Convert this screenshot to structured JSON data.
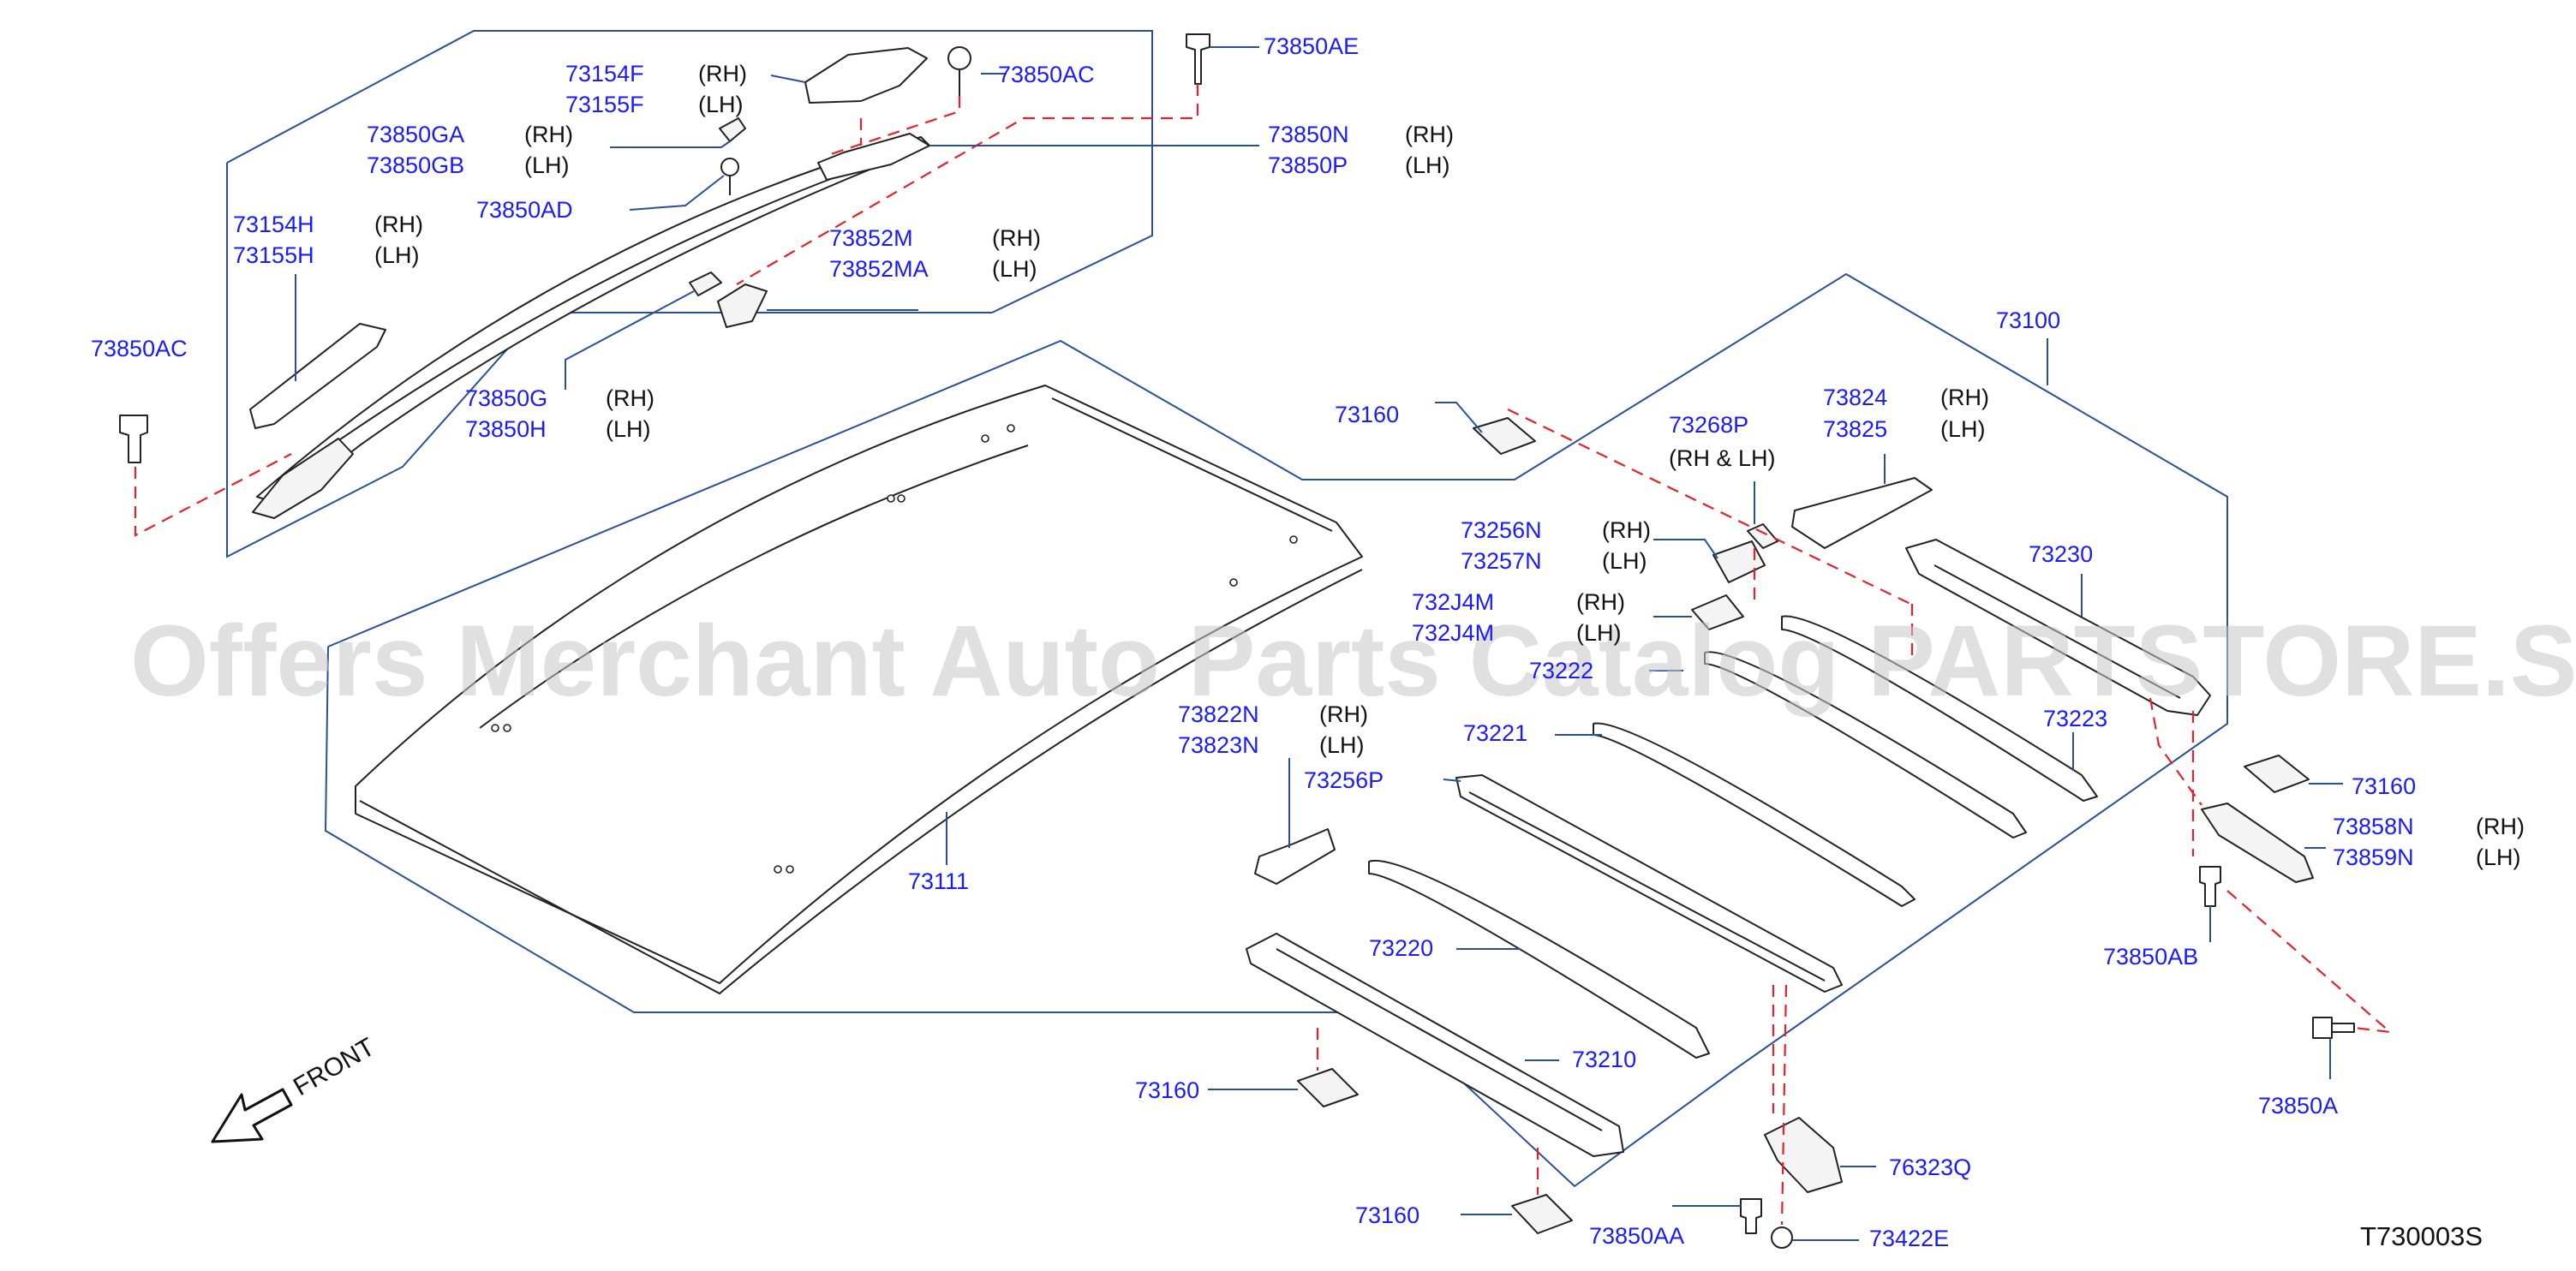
{
  "watermark": "Offers Merchant Auto Parts Catalog PARTSTORE.SA",
  "diagram_code": "T730003S",
  "front_label": "FRONT",
  "labels": [
    {
      "id": "l-73154F",
      "part": "73154F",
      "side": "(RH)"
    },
    {
      "id": "l-73155F",
      "part": "73155F",
      "side": "(LH)"
    },
    {
      "id": "l-73850AC-top",
      "part": "73850AC",
      "side": ""
    },
    {
      "id": "l-73850AE",
      "part": "73850AE",
      "side": ""
    },
    {
      "id": "l-73850GA",
      "part": "73850GA",
      "side": "(RH)"
    },
    {
      "id": "l-73850GB",
      "part": "73850GB",
      "side": "(LH)"
    },
    {
      "id": "l-73850N",
      "part": "73850N",
      "side": "(RH)"
    },
    {
      "id": "l-73850P",
      "part": "73850P",
      "side": "(LH)"
    },
    {
      "id": "l-73850AD",
      "part": "73850AD",
      "side": ""
    },
    {
      "id": "l-73154H",
      "part": "73154H",
      "side": "(RH)"
    },
    {
      "id": "l-73155H",
      "part": "73155H",
      "side": "(LH)"
    },
    {
      "id": "l-73852M",
      "part": "73852M",
      "side": "(RH)"
    },
    {
      "id": "l-73852MA",
      "part": "73852MA",
      "side": "(LH)"
    },
    {
      "id": "l-73850AC-left",
      "part": "73850AC",
      "side": ""
    },
    {
      "id": "l-73850G",
      "part": "73850G",
      "side": "(RH)"
    },
    {
      "id": "l-73850H",
      "part": "73850H",
      "side": "(LH)"
    },
    {
      "id": "l-73100",
      "part": "73100",
      "side": ""
    },
    {
      "id": "l-73160-a",
      "part": "73160",
      "side": ""
    },
    {
      "id": "l-73268P",
      "part": "73268P",
      "side": ""
    },
    {
      "id": "l-73268P-sides",
      "part": "",
      "side": "(RH   &   LH)"
    },
    {
      "id": "l-73824",
      "part": "73824",
      "side": "(RH)"
    },
    {
      "id": "l-73825",
      "part": "73825",
      "side": "(LH)"
    },
    {
      "id": "l-73256N",
      "part": "73256N",
      "side": "(RH)"
    },
    {
      "id": "l-73257N",
      "part": "73257N",
      "side": "(LH)"
    },
    {
      "id": "l-73230",
      "part": "73230",
      "side": ""
    },
    {
      "id": "l-732J4M",
      "part": "732J4M",
      "side": "(RH)"
    },
    {
      "id": "l-732J4M-lh",
      "part": "732J4M",
      "side": "(LH)"
    },
    {
      "id": "l-73222",
      "part": "73222",
      "side": ""
    },
    {
      "id": "l-73822N",
      "part": "73822N",
      "side": "(RH)"
    },
    {
      "id": "l-73823N",
      "part": "73823N",
      "side": "(LH)"
    },
    {
      "id": "l-73223",
      "part": "73223",
      "side": ""
    },
    {
      "id": "l-73221",
      "part": "73221",
      "side": ""
    },
    {
      "id": "l-73256P",
      "part": "73256P",
      "side": ""
    },
    {
      "id": "l-73160-b",
      "part": "73160",
      "side": ""
    },
    {
      "id": "l-73858N",
      "part": "73858N",
      "side": "(RH)"
    },
    {
      "id": "l-73859N",
      "part": "73859N",
      "side": "(LH)"
    },
    {
      "id": "l-73111",
      "part": "73111",
      "side": ""
    },
    {
      "id": "l-73850AB",
      "part": "73850AB",
      "side": ""
    },
    {
      "id": "l-73220",
      "part": "73220",
      "side": ""
    },
    {
      "id": "l-73210",
      "part": "73210",
      "side": ""
    },
    {
      "id": "l-73160-c",
      "part": "73160",
      "side": ""
    },
    {
      "id": "l-73850A",
      "part": "73850A",
      "side": ""
    },
    {
      "id": "l-76323Q",
      "part": "76323Q",
      "side": ""
    },
    {
      "id": "l-73160-d",
      "part": "73160",
      "side": ""
    },
    {
      "id": "l-73850AA",
      "part": "73850AA",
      "side": ""
    },
    {
      "id": "l-73422E",
      "part": "73422E",
      "side": ""
    }
  ]
}
